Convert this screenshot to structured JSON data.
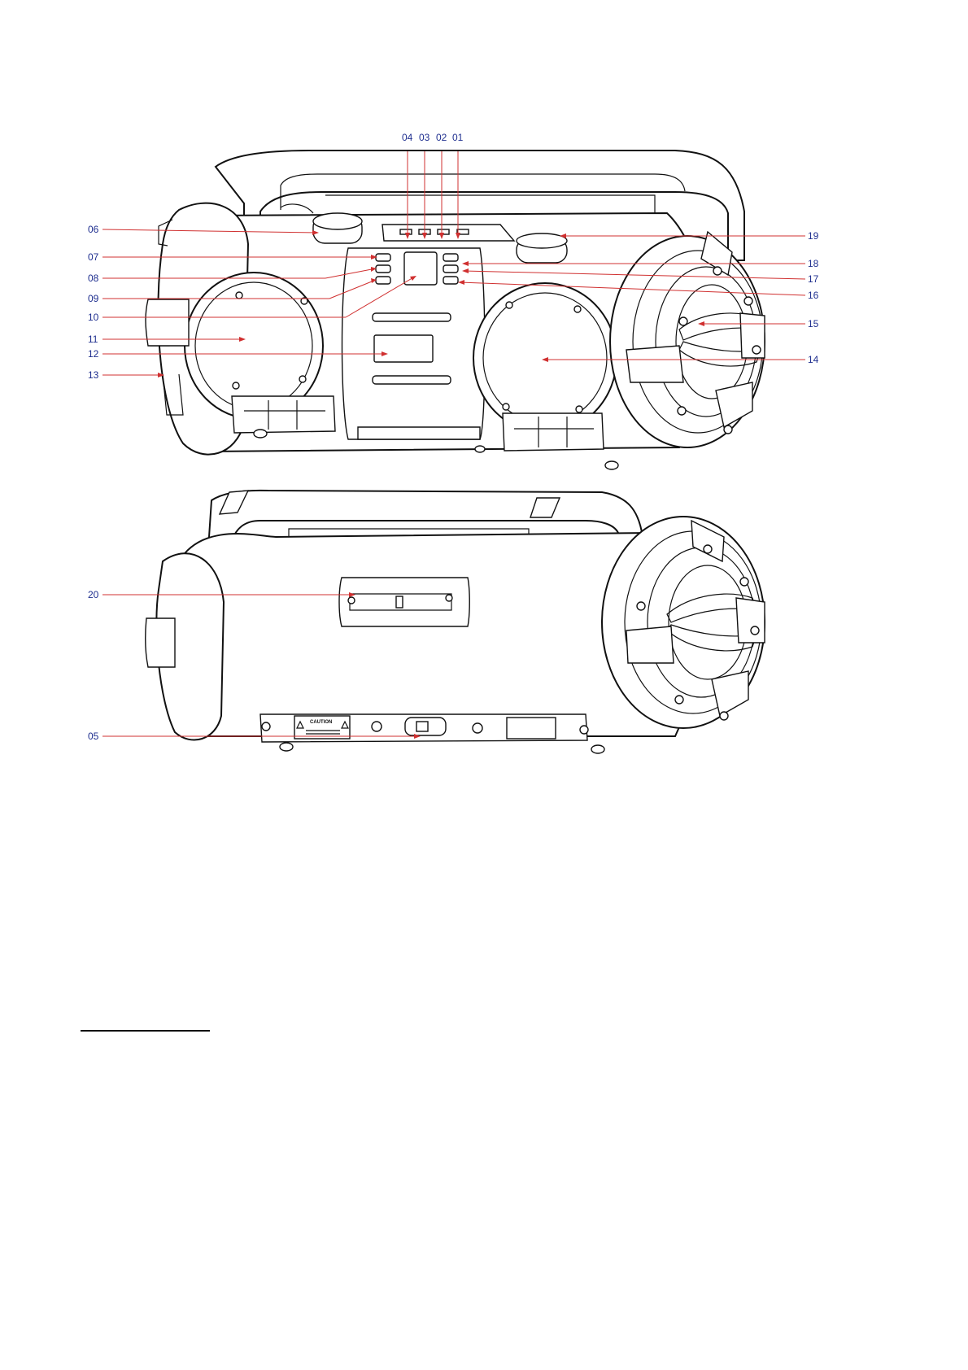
{
  "callouts": {
    "c01": "01",
    "c02": "02",
    "c03": "03",
    "c04": "04",
    "c05": "05",
    "c06": "06",
    "c07": "07",
    "c08": "08",
    "c09": "09",
    "c10": "10",
    "c11": "11",
    "c12": "12",
    "c13": "13",
    "c14": "14",
    "c15": "15",
    "c16": "16",
    "c17": "17",
    "c18": "18",
    "c19": "19",
    "c20": "20"
  },
  "device_text": {
    "caution_label": "CAUTION"
  },
  "colors": {
    "callout_text": "#1f2f8f",
    "leader_line": "#d03030",
    "outline": "#111111"
  }
}
